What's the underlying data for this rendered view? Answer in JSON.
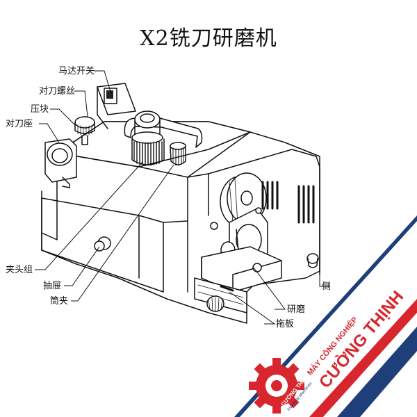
{
  "title": "X2铣刀研磨机",
  "labels": {
    "motor_switch": "马达开关",
    "adjust_screw": "对刀螺丝",
    "press_block": "压块",
    "tool_seat": "对刀座",
    "chuck_group": "夹头组",
    "drawer": "抽屉",
    "collet": "筒夹",
    "side": "侧",
    "grinding": "研磨",
    "slide_plate": "拖板"
  },
  "watermark": {
    "line1": "MÁY CÔNG NGHIỆP",
    "line2": "CƯỜNG THỊNH",
    "logo_text1": "CƯỜNG THỊNH",
    "logo_text2": "Industrial Machines",
    "colors": {
      "red": "#d8262e",
      "blue": "#1e3f7a"
    }
  }
}
